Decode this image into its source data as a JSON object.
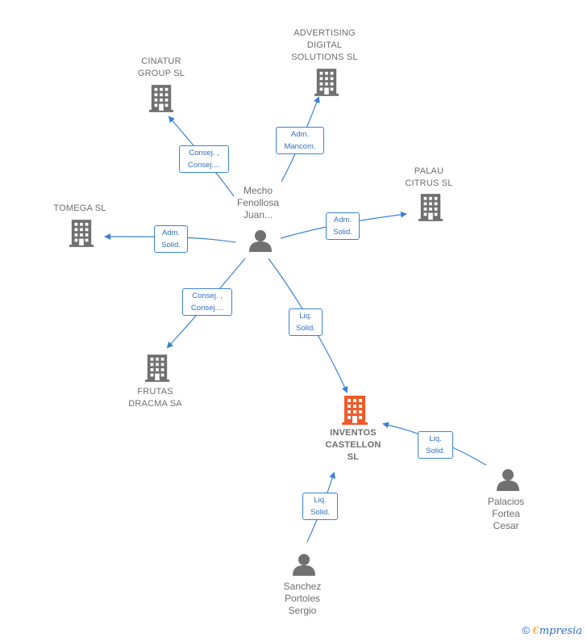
{
  "colors": {
    "edge": "#3a82d6",
    "company": "#707070",
    "focus_company": "#f05a28",
    "person": "#707070"
  },
  "nodes": {
    "mecho": {
      "label": "Mecho\nFenollosa\nJuan...",
      "type": "person"
    },
    "cinatur": {
      "label": "CINATUR\nGROUP SL",
      "type": "company"
    },
    "advertising": {
      "label": "ADVERTISING\nDIGITAL\nSOLUTIONS  SL",
      "type": "company"
    },
    "palau": {
      "label": "PALAU\nCITRUS SL",
      "type": "company"
    },
    "tomega": {
      "label": "TOMEGA SL",
      "type": "company"
    },
    "frutas": {
      "label": "FRUTAS\nDRACMA SA",
      "type": "company"
    },
    "inventos": {
      "label": "INVENTOS\nCASTELLON\nSL",
      "type": "focus-company"
    },
    "palacios": {
      "label": "Palacios\nFortea\nCesar",
      "type": "person"
    },
    "sanchez": {
      "label": "Sanchez\nPortoles\nSergio",
      "type": "person"
    }
  },
  "edges": {
    "cinatur": "Consej. ,\nConsej....",
    "advertising": "Adm.\nMancom.",
    "palau": "Adm.\nSolid.",
    "tomega": "Adm.\nSolid.",
    "frutas": "Consej. ,\nConsej....",
    "inventos_mecho": "Liq.\nSolid.",
    "inventos_palacios": "Liq.\nSolid.",
    "inventos_sanchez": "Liq.\nSolid."
  },
  "brand": {
    "copyright": "©",
    "e": "€",
    "rest": "mpresia"
  }
}
